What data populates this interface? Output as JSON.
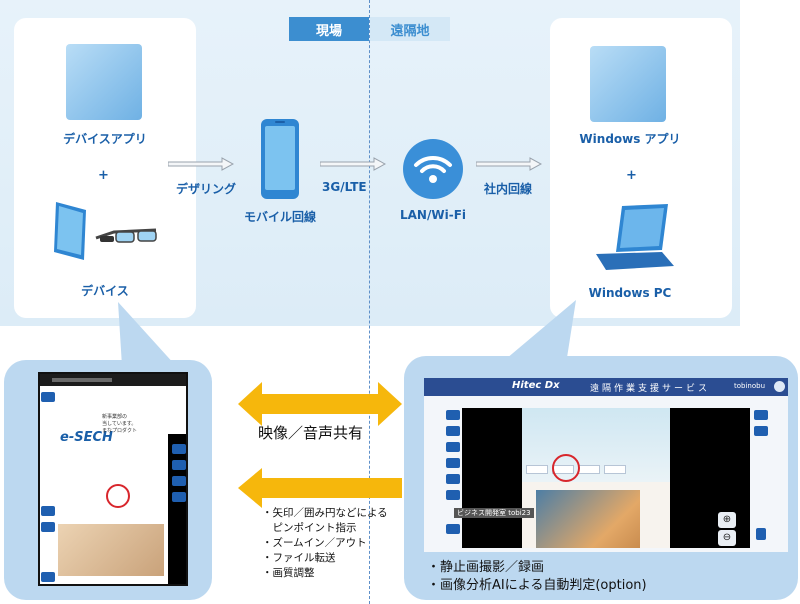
{
  "tags": {
    "field": "現場",
    "remote": "遠隔地"
  },
  "left_card": {
    "app": "デバイスアプリ",
    "plus": "+",
    "device": "デバイス"
  },
  "right_card": {
    "app": "Windows アプリ",
    "plus": "+",
    "pc": "Windows PC"
  },
  "connections": {
    "tethering": "デザリング",
    "mobile": "モバイル回線",
    "cellular": "3G/LTE",
    "lan": "LAN/Wi-Fi",
    "intranet": "社内回線"
  },
  "shared": "映像／音声共有",
  "features": [
    "・矢印／囲み円などによる",
    "　ピンポイント指示",
    "・ズームイン／アウト",
    "・ファイル転送",
    "・画質調整"
  ],
  "app_window": {
    "brand": "Hitec Dx",
    "subtitle": "遠隔作業支援サービス",
    "user": "tobinobu",
    "caption": "ビジネス開発室 tobi23",
    "zoom_in": "⊕",
    "zoom_out": "⊖"
  },
  "phone_window": {
    "logo": "e-SECH",
    "text_1": "新事業部の",
    "text_2": "当しています。",
    "text_3": "まなプロダクト"
  },
  "notes": {
    "capture": "・静止画撮影／録画",
    "ai": "・画像分析AIによる自動判定(option)"
  },
  "colors": {
    "brand_blue": "#1a5fa8",
    "accent_blue": "#3c8ed0",
    "arrow_yellow": "#f6b70c",
    "bubble": "#bcd8f0"
  }
}
